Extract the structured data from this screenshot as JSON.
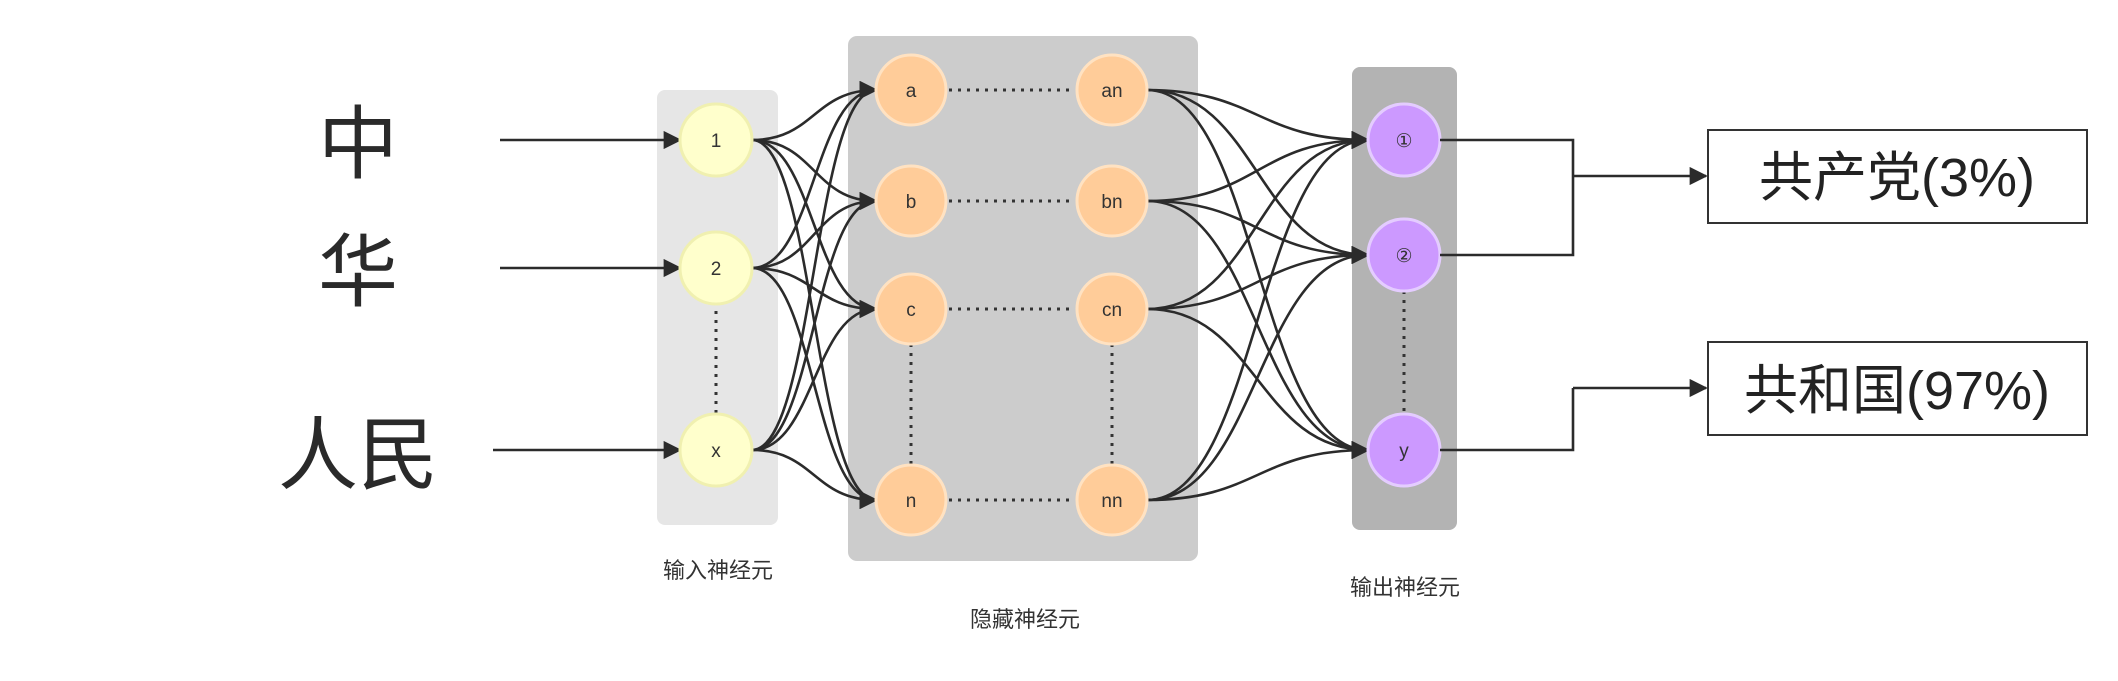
{
  "input_words": [
    "中",
    "华",
    "人民"
  ],
  "layers": {
    "input_label": "输入神经元",
    "hidden_label": "隐藏神经元",
    "output_label": "输出神经元"
  },
  "input_nodes": [
    "1",
    "2",
    "x"
  ],
  "hidden_nodes": {
    "first_column": [
      "a",
      "b",
      "c",
      "n"
    ],
    "last_column": [
      "an",
      "bn",
      "cn",
      "nn"
    ]
  },
  "output_nodes": [
    "①",
    "②",
    "y"
  ],
  "results": [
    "共产党(3%)",
    "共和国(97%)"
  ],
  "colors": {
    "input_node_fill": "#ffffcc",
    "input_node_stroke": "#f0f0b0",
    "hidden_node_fill": "#ffcc99",
    "hidden_node_stroke": "#ffe2c2",
    "output_node_fill": "#cc99ff",
    "output_node_stroke": "#e4ccff",
    "input_panel": "#e6e6e6",
    "hidden_panel": "#cccccc",
    "output_panel": "#b3b3b3",
    "edge": "#2b2b2b"
  }
}
